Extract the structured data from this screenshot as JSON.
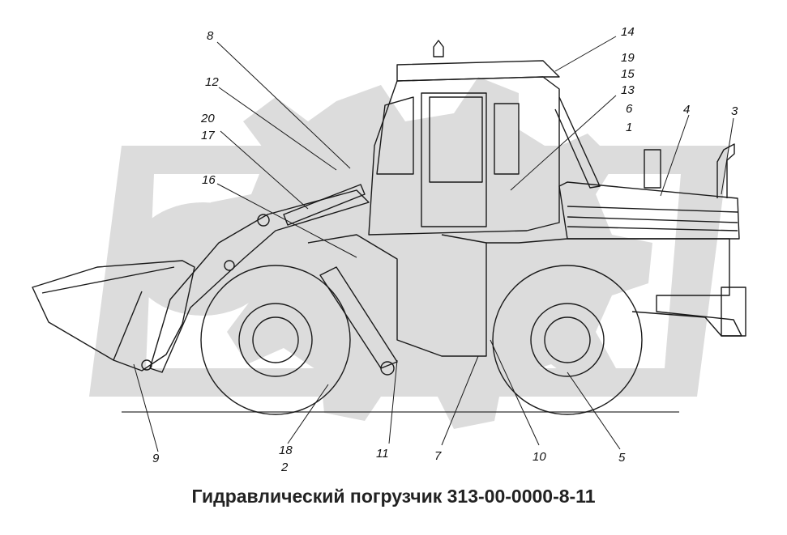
{
  "caption": "Гидравлический погрузчик 313-00-0000-8-11",
  "callouts": {
    "c1": "1",
    "c2": "2",
    "c3": "3",
    "c4": "4",
    "c5": "5",
    "c6": "6",
    "c7": "7",
    "c8": "8",
    "c9": "9",
    "c10": "10",
    "c11": "11",
    "c12": "12",
    "c13": "13",
    "c14": "14",
    "c15": "15",
    "c16": "16",
    "c17": "17",
    "c18": "18",
    "c19": "19",
    "c20": "20"
  },
  "colors": {
    "watermark": "#dcdcdc",
    "line": "#1a1a1a",
    "text": "#222222"
  }
}
